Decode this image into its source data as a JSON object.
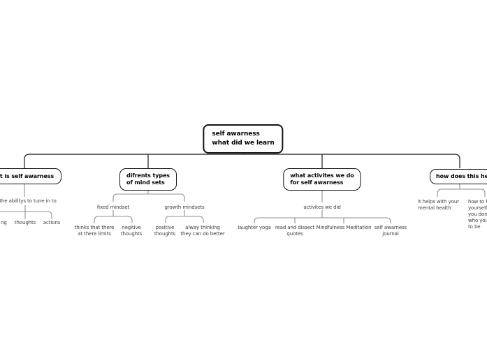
{
  "root": {
    "label": "self awarness\nwhat did we learn"
  },
  "branches": [
    {
      "label": "hat is self awarness",
      "topic": "the abilitys to tune in to",
      "leaves": [
        "ng",
        "thoughts",
        "actions"
      ]
    },
    {
      "label": "difrents types\nof mind sets",
      "groups": [
        {
          "label": "fixed mindset",
          "leaves": [
            "thinks that there\nat there limits",
            "negitive\nthoughts"
          ]
        },
        {
          "label": "growth mindsets",
          "leaves": [
            "positive\nthoughts",
            "alway thinking\nthey can do better"
          ]
        }
      ]
    },
    {
      "label": "what activites we do\nfor self awarness",
      "topic": "activites we did",
      "leaves": [
        "laughter yoga",
        "read and dissect\nquotes",
        "Mindfulness Meditation",
        "self awarness\njournal"
      ]
    },
    {
      "label": "how does this help",
      "leaves": [
        "it helps with your\nmental health",
        "how to fin\nyourself w\nyou don't\nwho you a\nto be"
      ]
    }
  ],
  "colors": {
    "node_border": "#141414",
    "connector_main": "#3a3a3a",
    "connector_sub": "#8f8f8f",
    "label_text": "#3d3d3d",
    "background": "#ffffff"
  }
}
